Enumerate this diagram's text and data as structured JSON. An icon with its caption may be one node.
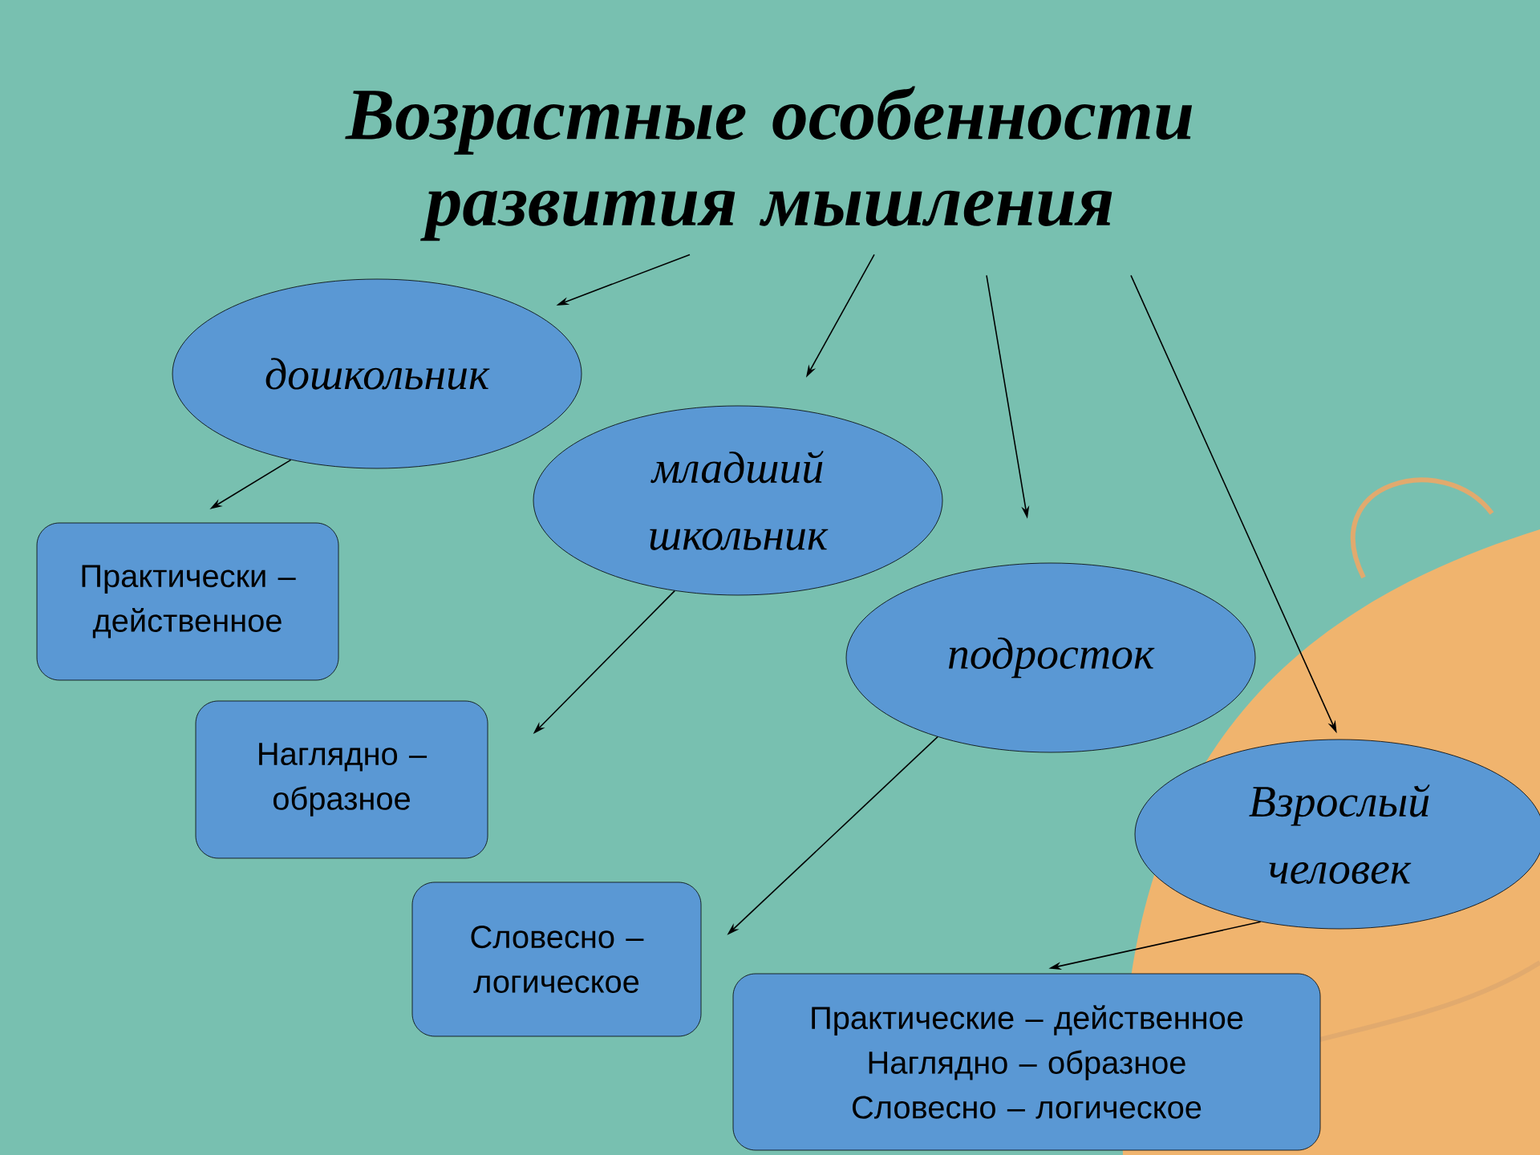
{
  "diagram": {
    "nodes": [
      {
        "text": [
          "Возрастные особенности развития мышления"
        ]
      },
      {
        "text": [
          "дошкольник"
        ]
      },
      {
        "text": [
          "младший школьник"
        ]
      },
      {
        "text": [
          "подросток"
        ]
      },
      {
        "text": [
          "Взрослый человек"
        ]
      },
      {
        "text": [
          "Практически – действенное"
        ]
      },
      {
        "text": [
          "Наглядно – образное"
        ]
      },
      {
        "text": [
          "Словесно – логическое"
        ]
      },
      {
        "text": [
          "Практические – действенное",
          "Наглядно – образное",
          "Словесно – логическое"
        ]
      }
    ],
    "edges": [
      {
        "from": 0,
        "to": 1,
        "arrow": "to"
      },
      {
        "from": 0,
        "to": 2,
        "arrow": "to"
      },
      {
        "from": 0,
        "to": 3,
        "arrow": "to"
      },
      {
        "from": 0,
        "to": 4,
        "arrow": "to"
      },
      {
        "from": 1,
        "to": 5,
        "arrow": "to"
      },
      {
        "from": 2,
        "to": 6,
        "arrow": "to"
      },
      {
        "from": 3,
        "to": 7,
        "arrow": "to"
      },
      {
        "from": 4,
        "to": 8,
        "arrow": "to"
      }
    ]
  }
}
